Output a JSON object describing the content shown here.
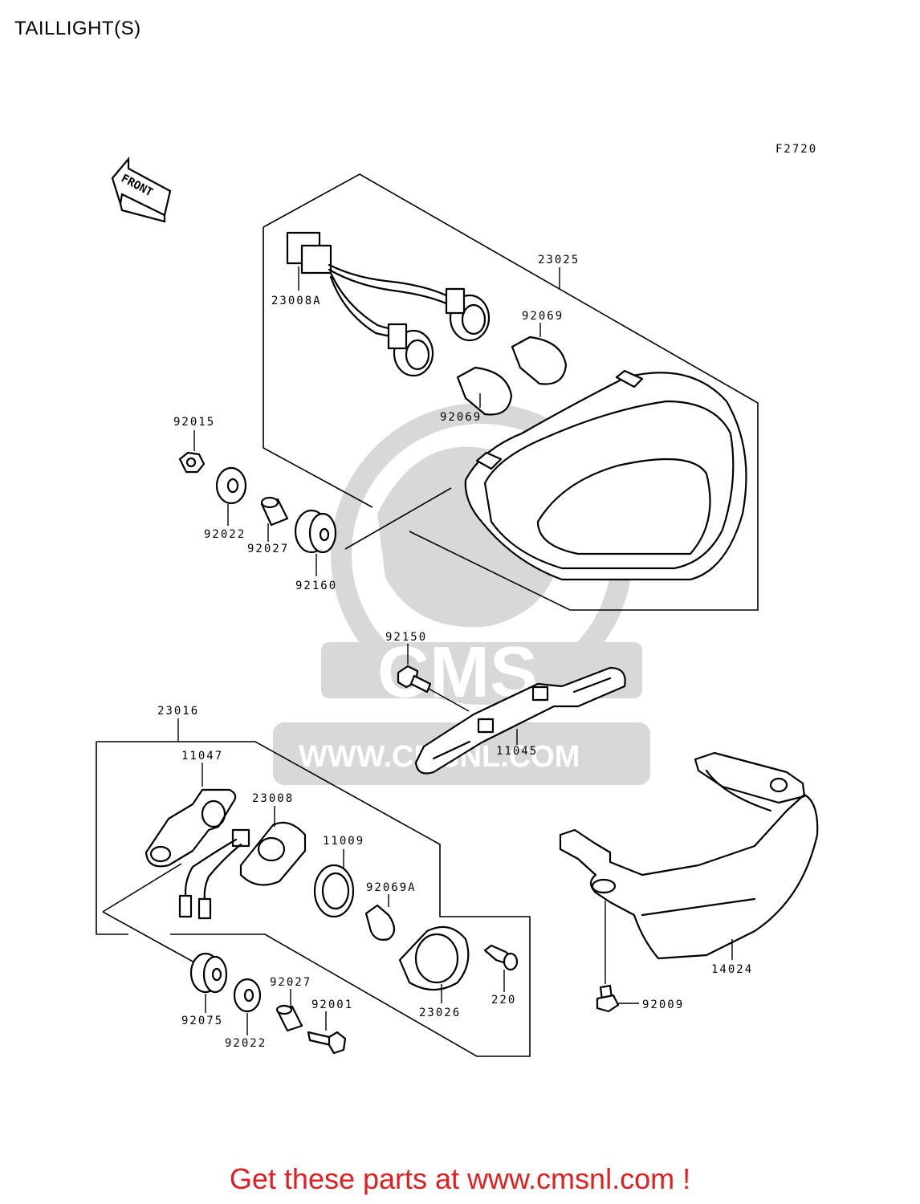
{
  "title": "TAILLIGHT(S)",
  "figure_code": "F2720",
  "front_label": "FRONT",
  "watermark": {
    "brand": "CMS",
    "url": "WWW.CMSNL.COM"
  },
  "parts": {
    "p23025": "23025",
    "p23008A": "23008A",
    "p92069_top": "92069",
    "p92069_bottom": "92069",
    "p92015": "92015",
    "p92022_top": "92022",
    "p92027_top": "92027",
    "p92160": "92160",
    "p92150": "92150",
    "p11045": "11045",
    "p23016": "23016",
    "p11047": "11047",
    "p23008": "23008",
    "p11009": "11009",
    "p92069A": "92069A",
    "p92075": "92075",
    "p92022_bottom": "92022",
    "p92027_bottom": "92027",
    "p92001": "92001",
    "p23026": "23026",
    "p220": "220",
    "p14024": "14024",
    "p92009": "92009"
  },
  "footer": "Get these parts at www.cmsnl.com !",
  "colors": {
    "footer": "#e02020",
    "watermark": "#d8d8d8"
  }
}
